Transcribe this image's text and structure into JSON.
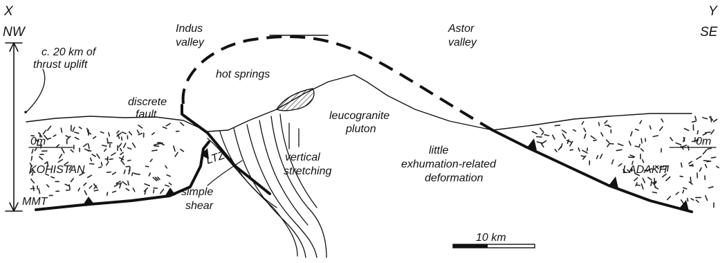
{
  "section": {
    "end_left": {
      "letter": "X",
      "direction": "NW"
    },
    "end_right": {
      "letter": "Y",
      "direction": "SE"
    }
  },
  "labels": {
    "uplift": [
      "c. 20 km of",
      "thrust uplift"
    ],
    "indus_valley": [
      "Indus",
      "valley"
    ],
    "astor_valley": [
      "Astor",
      "valley"
    ],
    "hot_springs": "hot springs",
    "discrete_fault": [
      "discrete",
      "fault"
    ],
    "leucogranite": [
      "leucogranite",
      "pluton"
    ],
    "om_left": "0m",
    "om_right": "0m",
    "kohistan": "KOHISTAN",
    "ladakh": "LADAKH",
    "ltz": "LTZ",
    "mmt": "MMT",
    "vertical_stretching": [
      "vertical",
      "stretching"
    ],
    "simple_shear": [
      "simple",
      "shear"
    ],
    "little_exhumation": [
      "little",
      "exhumation-related",
      "deformation"
    ],
    "scale_bar": "10 km"
  },
  "colors": {
    "ink": "#111111",
    "paper": "#ffffff"
  }
}
